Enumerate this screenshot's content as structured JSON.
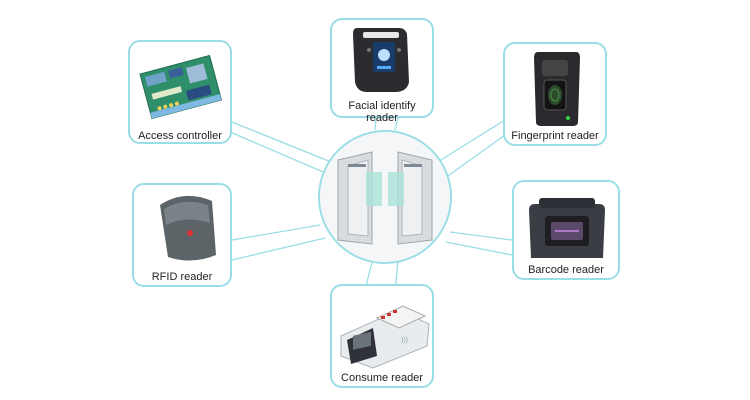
{
  "hub": {
    "image": "turnstile-gate"
  },
  "devices": [
    {
      "id": "access-controller",
      "label": "Access controller",
      "image": "circuit-board"
    },
    {
      "id": "facial-reader",
      "label": "Facial identify reader",
      "image": "face-terminal"
    },
    {
      "id": "fingerprint-reader",
      "label": "Fingerprint reader",
      "image": "fingerprint-scanner"
    },
    {
      "id": "rfid-reader",
      "label": "RFID reader",
      "image": "rfid-card-reader"
    },
    {
      "id": "barcode-reader",
      "label": "Barcode reader",
      "image": "barcode-scanner"
    },
    {
      "id": "consume-reader",
      "label": "Consume reader",
      "image": "pos-terminal"
    }
  ],
  "colors": {
    "line": "#9adde6",
    "border": "#9adde6"
  }
}
